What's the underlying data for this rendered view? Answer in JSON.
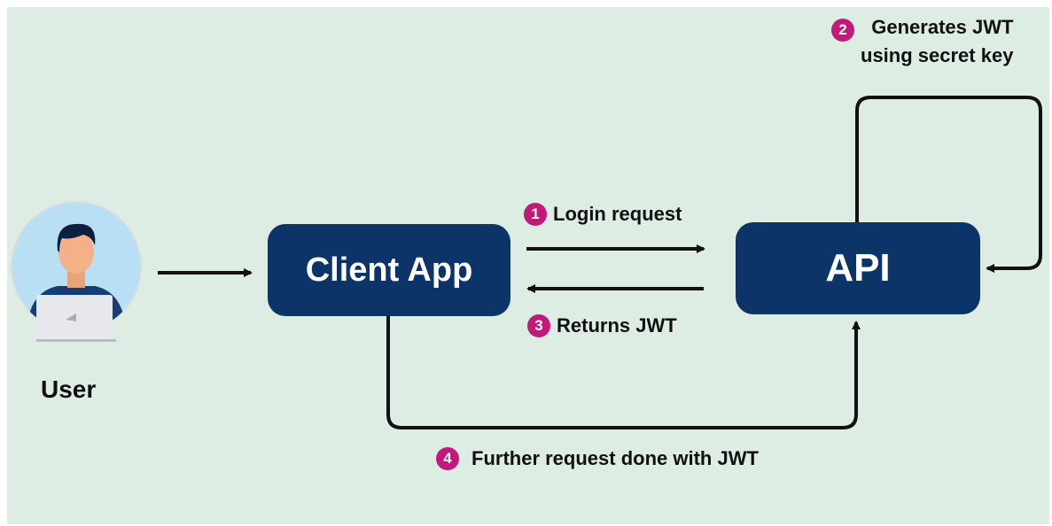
{
  "nodes": {
    "user": "User",
    "client_app": "Client App",
    "api": "API"
  },
  "steps": [
    {
      "number": "1",
      "text": "Login request"
    },
    {
      "number": "2",
      "line1": "Generates JWT",
      "line2": "using secret key"
    },
    {
      "number": "3",
      "text": "Returns JWT"
    },
    {
      "number": "4",
      "text": "Further request done with JWT"
    }
  ],
  "colors": {
    "background": "#deede3",
    "box": "#0c3468",
    "badge": "#c2197a",
    "arrow": "#111111"
  },
  "icons": {
    "user_avatar": "user-at-laptop-icon"
  }
}
